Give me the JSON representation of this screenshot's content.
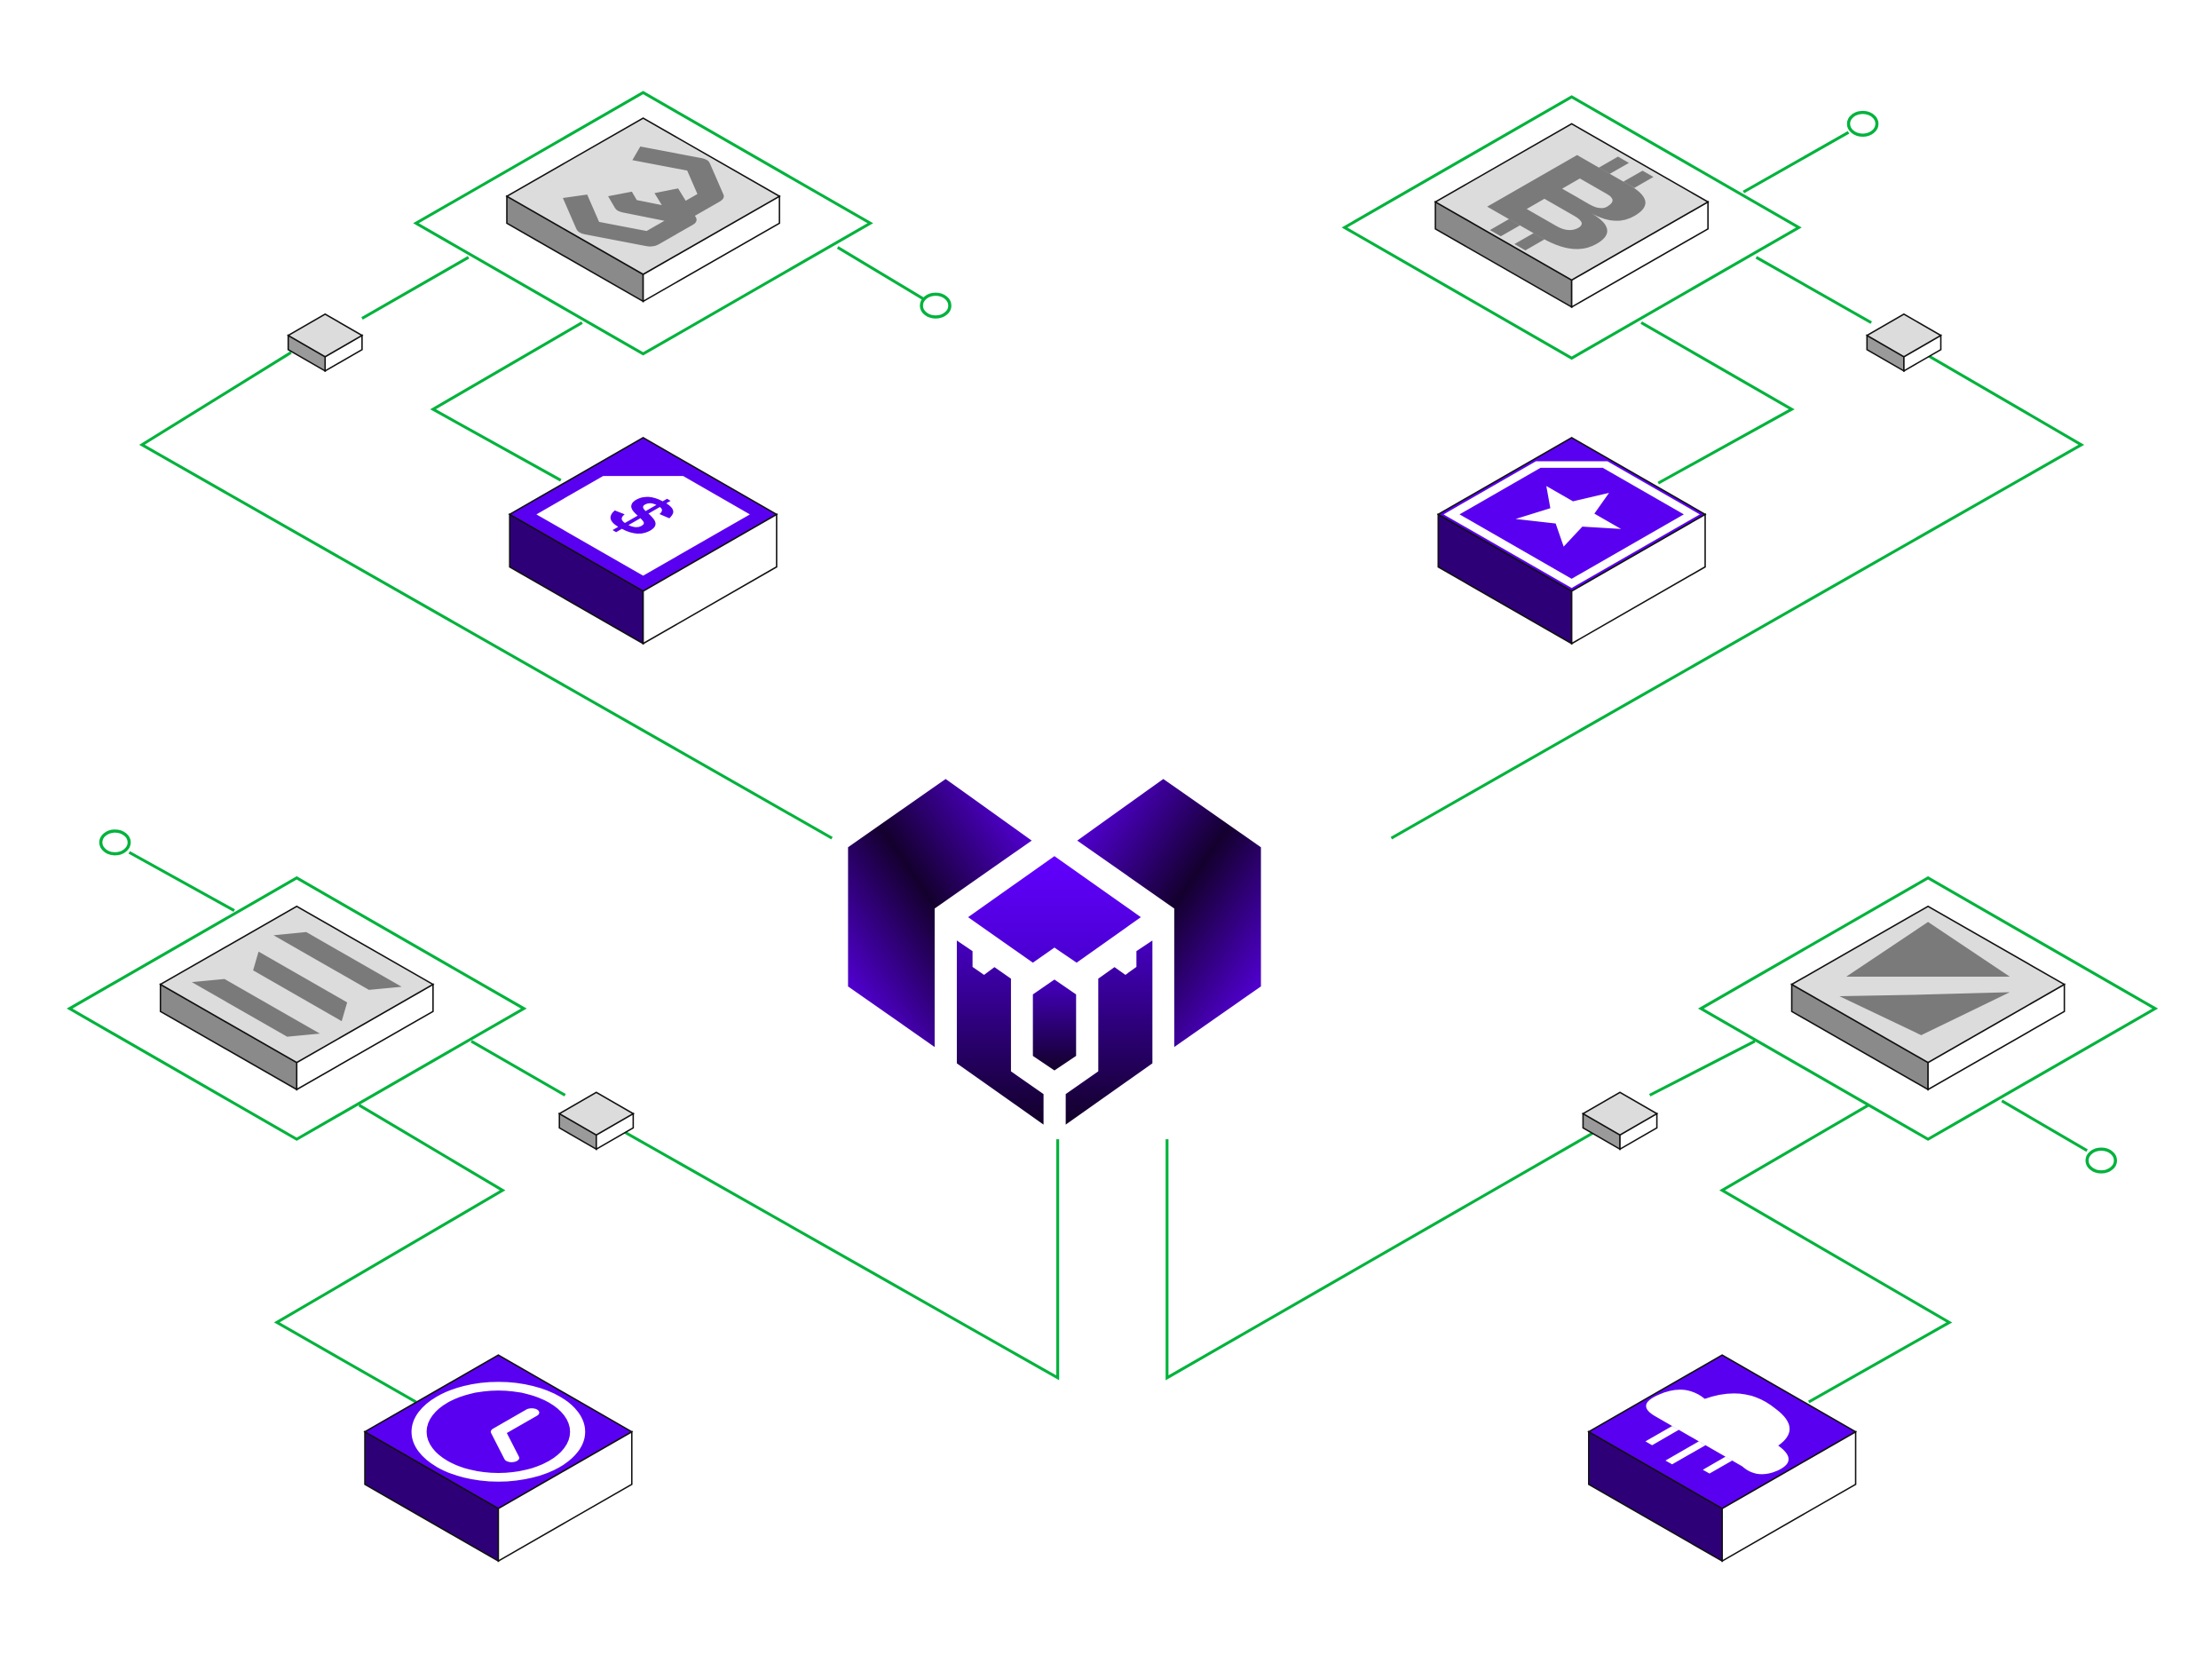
{
  "colors": {
    "background": "#ffffff",
    "connector": "#00b33c",
    "purple_top": "#5a00f0",
    "purple_side": "#2e0078",
    "gray_top": "#dcdcdc",
    "gray_side": "#8a8a8a",
    "logo_bright": "#6200ff",
    "logo_dark": "#140030"
  },
  "center_logo": {
    "icon": "cube-castle-logo"
  },
  "clusters": [
    {
      "position": "top-left",
      "gray_icon": "polygon-matic-icon",
      "purple_icon": "price-tag-dollar-icon"
    },
    {
      "position": "top-right",
      "gray_icon": "bitcoin-icon",
      "purple_icon": "star-badge-icon"
    },
    {
      "position": "bottom-left",
      "gray_icon": "solana-icon",
      "purple_icon": "clock-icon"
    },
    {
      "position": "bottom-right",
      "gray_icon": "ethereum-icon",
      "purple_icon": "cloud-network-icon"
    }
  ]
}
